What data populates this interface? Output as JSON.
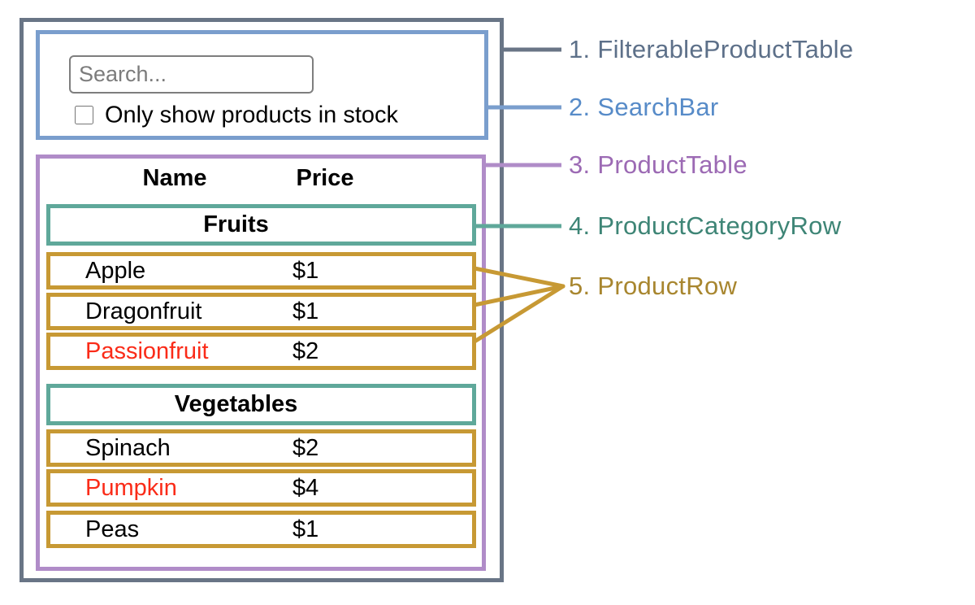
{
  "colors": {
    "filterable_product_table_border": "#697586",
    "search_bar_border": "#7a9ecd",
    "product_table_border": "#b08cc8",
    "product_category_row_border": "#5fa89a",
    "product_row_border": "#c79934",
    "out_of_stock_text": "#fa2b18",
    "legend_1": "#5d7089",
    "legend_2": "#578bc8",
    "legend_3": "#9c6ab4",
    "legend_4": "#3e8576",
    "legend_5": "#a8862f"
  },
  "search_bar": {
    "input_value": "",
    "input_placeholder": "Search...",
    "checkbox_label": "Only show products in stock",
    "checkbox_checked": false
  },
  "table": {
    "headers": {
      "name": "Name",
      "price": "Price"
    },
    "sections": [
      {
        "category": "Fruits",
        "rows": [
          {
            "name": "Apple",
            "price": "$1",
            "out_of_stock": false
          },
          {
            "name": "Dragonfruit",
            "price": "$1",
            "out_of_stock": false
          },
          {
            "name": "Passionfruit",
            "price": "$2",
            "out_of_stock": true
          }
        ]
      },
      {
        "category": "Vegetables",
        "rows": [
          {
            "name": "Spinach",
            "price": "$2",
            "out_of_stock": false
          },
          {
            "name": "Pumpkin",
            "price": "$4",
            "out_of_stock": true
          },
          {
            "name": "Peas",
            "price": "$1",
            "out_of_stock": false
          }
        ]
      }
    ]
  },
  "legend": [
    {
      "label": "1. FilterableProductTable"
    },
    {
      "label": "2. SearchBar"
    },
    {
      "label": "3. ProductTable"
    },
    {
      "label": "4. ProductCategoryRow"
    },
    {
      "label": "5. ProductRow"
    }
  ]
}
